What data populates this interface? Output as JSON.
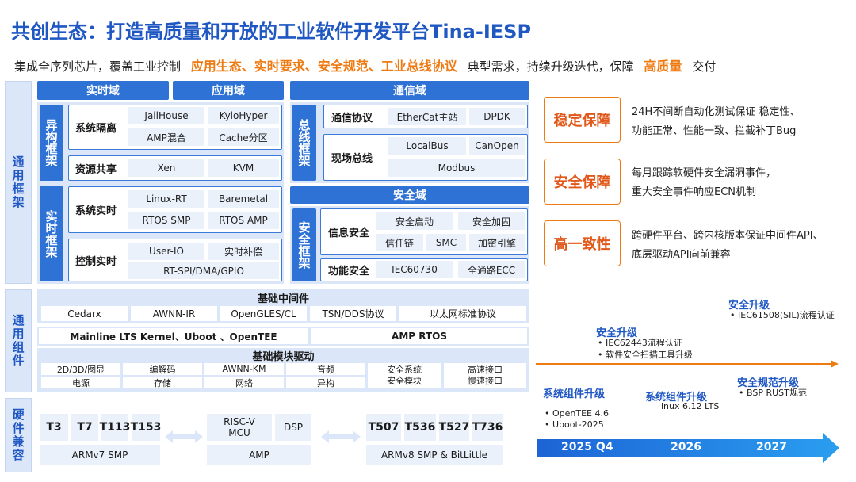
{
  "title": "共创生态：打造高质量和开放的工业软件开发平台Tina-IESP",
  "subtitle": {
    "p1": "集成全序列芯片，覆盖工业控制",
    "hl1": "应用生态、实时要求、安全规范、工业总线协议",
    "p2": "典型需求，持续升级迭代，保障",
    "hl2": "高质量",
    "p3": "交付"
  },
  "bands": {
    "general_framework": "通用框架",
    "general_component": "通用组件",
    "hw_compat": "硬件兼容"
  },
  "domains": {
    "realtime": "实时域",
    "app": "应用域",
    "comm": "通信域",
    "safety": "安全域"
  },
  "frameworks": {
    "hetero": "异构框架",
    "realtime": "实时框架",
    "bus": "总线框架",
    "safety": "安全框架"
  },
  "hetero": {
    "isolation_label": "系统隔离",
    "isolation_cells": [
      "JailHouse",
      "KyloHyper",
      "AMP混合",
      "Cache分区"
    ],
    "sharing_label": "资源共享",
    "sharing_cells": [
      "Xen",
      "KVM"
    ]
  },
  "rt": {
    "sys_label": "系统实时",
    "sys_cells": [
      "Linux-RT",
      "Baremetal",
      "RTOS SMP",
      "RTOS AMP"
    ],
    "ctrl_label": "控制实时",
    "ctrl_cells": [
      "User-IO",
      "实时补偿",
      "RT-SPI/DMA/GPIO"
    ]
  },
  "bus": {
    "proto_label": "通信协议",
    "proto_cells": [
      "EtherCat主站",
      "DPDK"
    ],
    "field_label": "现场总线",
    "field_cells": [
      "LocalBus",
      "CanOpen",
      "Modbus"
    ]
  },
  "sec": {
    "info_label": "信息安全",
    "info_cells": [
      "安全启动",
      "安全加固",
      "信任链",
      "SMC",
      "加密引擎"
    ],
    "func_label": "功能安全",
    "func_cells": [
      "IEC60730",
      "全通路ECC"
    ]
  },
  "middleware": {
    "header": "基础中间件",
    "items": [
      "Cedarx",
      "AWNN-IR",
      "OpenGLES/CL",
      "TSN/DDS协议",
      "以太网标准协议"
    ],
    "kernel": "Mainline LTS Kernel、Uboot 、OpenTEE",
    "amp": "AMP RTOS"
  },
  "drivers": {
    "header": "基础模块驱动",
    "row1": [
      "2D/3D/图显",
      "编解码",
      "AWNN-KM",
      "音频"
    ],
    "row2": [
      "电源",
      "存储",
      "网络",
      "异构"
    ],
    "safety_block": [
      "安全系统",
      "安全模块"
    ],
    "io_block": [
      "高速接口",
      "慢速接口"
    ]
  },
  "hardware": {
    "g1_chips": [
      "T3",
      "T7",
      "T113",
      "T153"
    ],
    "g1_arch": "ARMv7 SMP",
    "g2_chips": [
      [
        "RISC-V",
        "MCU"
      ],
      "DSP"
    ],
    "g2_arch": "AMP",
    "g3_chips": [
      "T507",
      "T536",
      "T527",
      "T736"
    ],
    "g3_arch": "ARMv8 SMP &  BitLittle"
  },
  "guarantees": [
    {
      "label": "稳定保障",
      "desc": [
        "24H不间断自动化测试保证 稳定性、",
        "功能正常、性能一致、拦截补丁Bug"
      ]
    },
    {
      "label": "安全保障",
      "desc": [
        "每月跟踪软硬件安全漏洞事件，",
        "重大安全事件响应ECN机制"
      ]
    },
    {
      "label": "高一致性",
      "desc": [
        "跨硬件平台、跨内核版本保证中间件API、",
        "底层驱动API向前兼容"
      ]
    }
  ],
  "timeline": {
    "above": [
      {
        "title": "安全升级",
        "items": [
          "IEC62443流程认证",
          "软件安全扫描工具升级"
        ]
      },
      {
        "title": "安全升级",
        "items": [
          "IEC61508(SIL)流程认证"
        ]
      }
    ],
    "below": [
      {
        "title": "系统组件升级",
        "items": [
          "OpenTEE 4.6",
          "Uboot-2025"
        ]
      },
      {
        "title": "系统组件升级",
        "items": [
          "inux 6.12 LTS"
        ]
      },
      {
        "title": "安全规范升级",
        "items": [
          "BSP RUST规范"
        ]
      }
    ],
    "years": [
      "2025 Q4",
      "2026",
      "2027"
    ]
  },
  "colors": {
    "primary": "#2e72d6",
    "accent": "#ee7a12",
    "band": "#dbe7f8"
  }
}
